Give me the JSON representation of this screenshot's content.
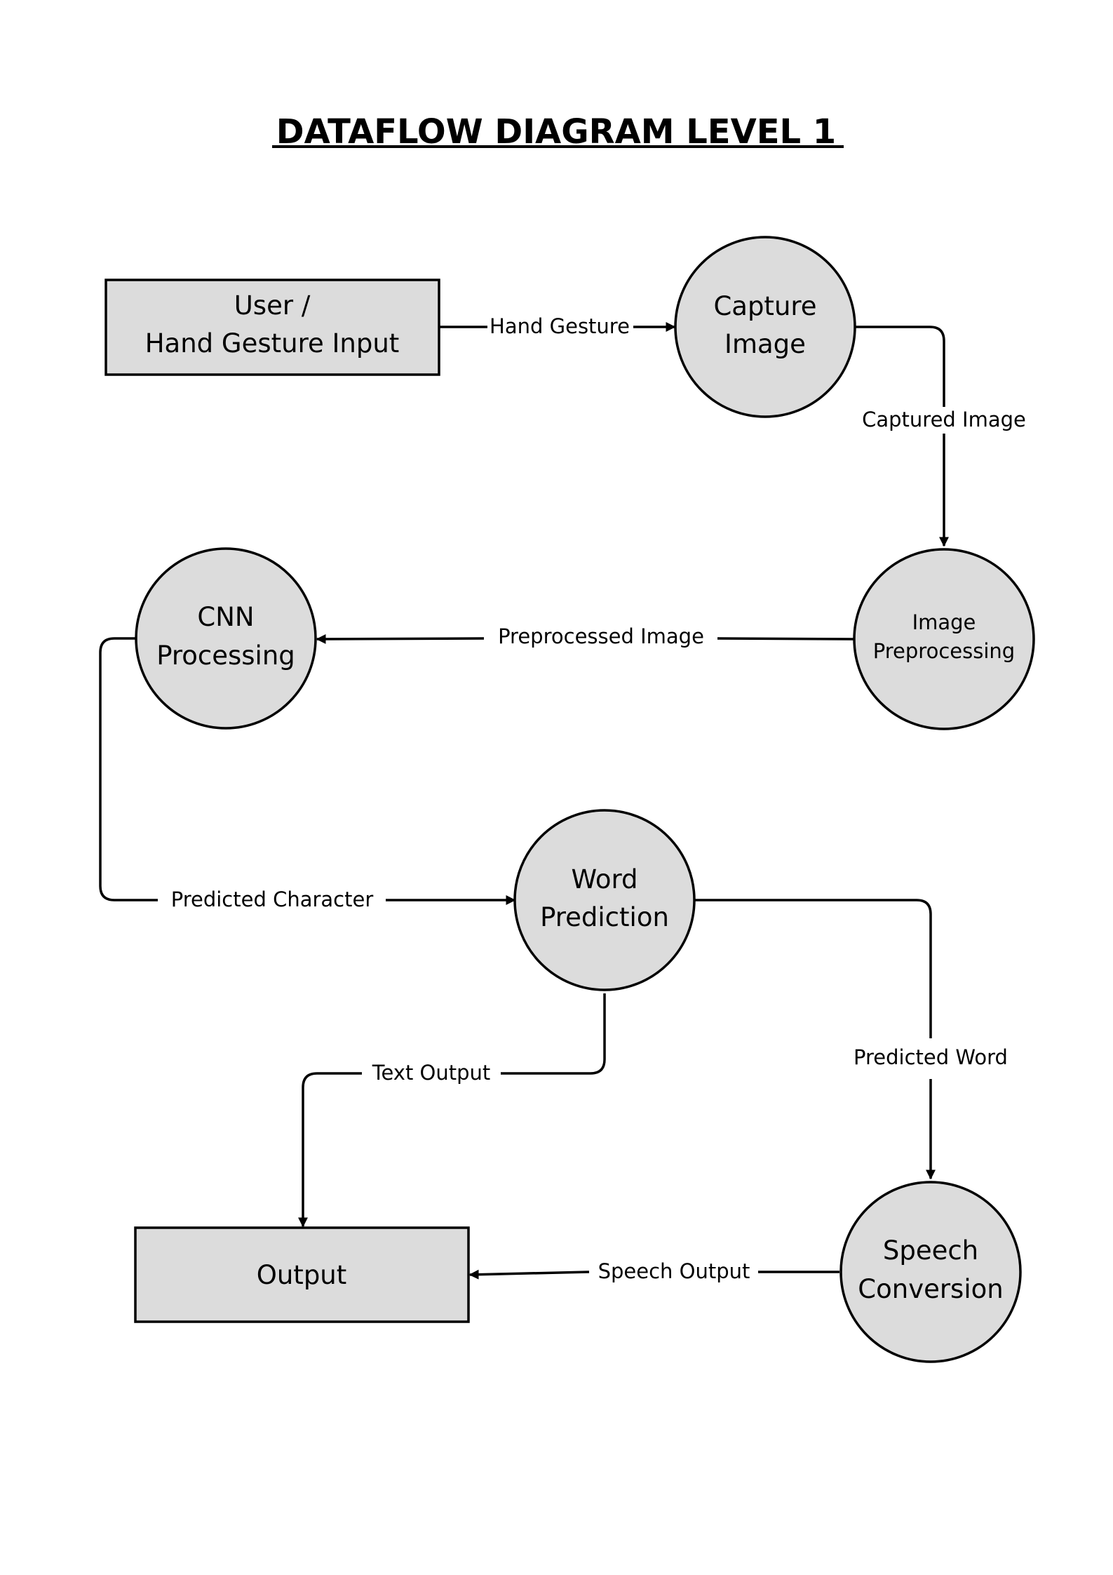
{
  "title": "DATAFLOW DIAGRAM LEVEL 1",
  "nodes": {
    "user": {
      "line1": "User /",
      "line2": "Hand Gesture Input"
    },
    "capture": {
      "line1": "Capture",
      "line2": "Image"
    },
    "preprocess": {
      "line1": "Image",
      "line2": "Preprocessing"
    },
    "cnn": {
      "line1": "CNN",
      "line2": "Processing"
    },
    "word": {
      "line1": "Word",
      "line2": "Prediction"
    },
    "speech": {
      "line1": "Speech",
      "line2": "Conversion"
    },
    "output": {
      "line1": "Output"
    }
  },
  "edges": {
    "hand_gesture": "Hand Gesture",
    "captured_image": "Captured Image",
    "preprocessed_image": "Preprocessed Image",
    "predicted_character": "Predicted Character",
    "predicted_word": "Predicted Word",
    "text_output": "Text Output",
    "speech_output": "Speech Output"
  }
}
